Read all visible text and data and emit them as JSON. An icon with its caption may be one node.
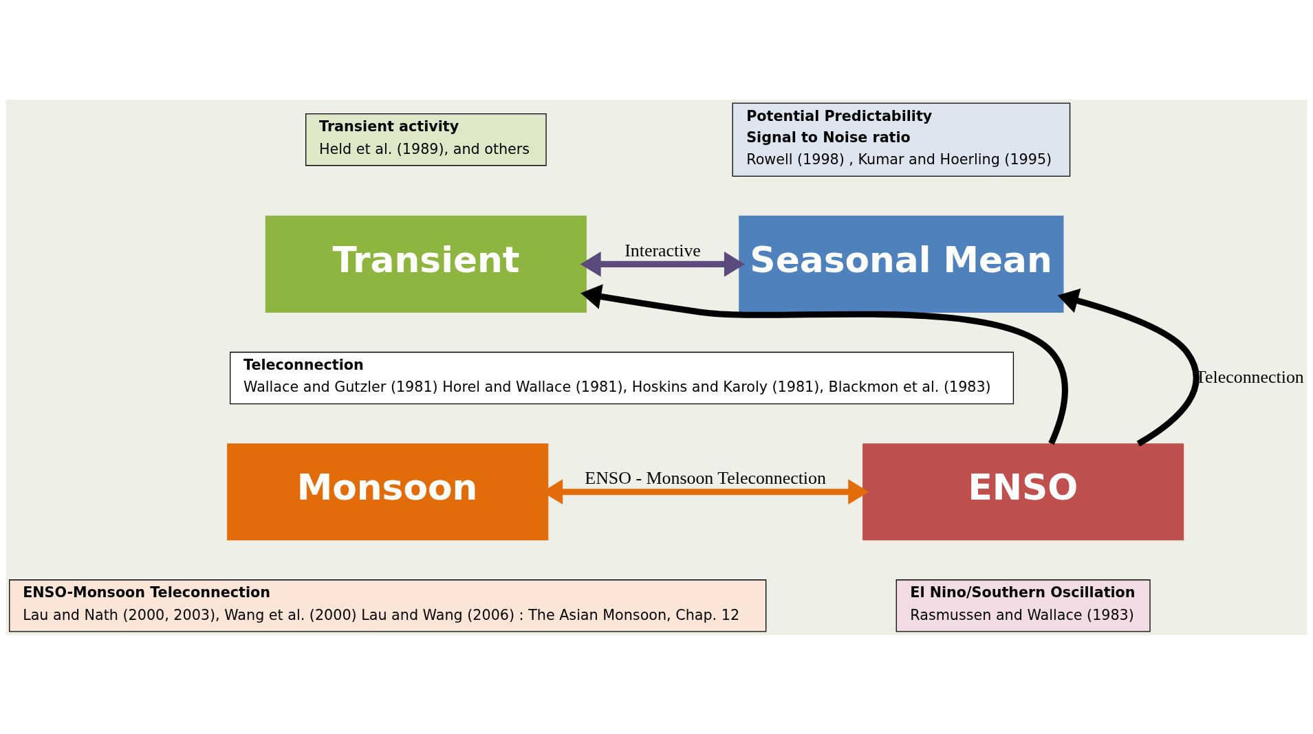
{
  "diagram": {
    "nodes": [
      {
        "text": [
          "Transient activity",
          "Held et al. (1989), and others"
        ]
      },
      {
        "text": [
          "Potential Predictability",
          "Signal to Noise ratio",
          "Rowell (1998) , Kumar and Hoerling (1995)"
        ]
      },
      {
        "text": [
          "Transient"
        ]
      },
      {
        "text": [
          "Seasonal Mean"
        ]
      },
      {
        "text": [
          "Teleconnection",
          "Wallace and Gutzler (1981) Horel and Wallace (1981), Hoskins and Karoly (1981), Blackmon et al. (1983)"
        ]
      },
      {
        "text": [
          "Monsoon"
        ]
      },
      {
        "text": [
          "ENSO"
        ]
      },
      {
        "text": [
          "ENSO-Monsoon Teleconnection",
          "Lau and Nath (2000, 2003), Wang et al. (2000) Lau and Wang (2006) : The Asian Monsoon, Chap. 12"
        ]
      },
      {
        "text": [
          "El Nino/Southern Oscillation",
          "Rasmussen and Wallace (1983)"
        ]
      }
    ],
    "edges": [
      {
        "from": 2,
        "to": 3,
        "arrow": "both",
        "label": "Interactive",
        "color": "#5b4a7c"
      },
      {
        "from": 6,
        "to": 2,
        "arrow": "to",
        "color": "#000000"
      },
      {
        "from": 6,
        "to": 3,
        "arrow": "to",
        "label": "Teleconnection",
        "color": "#000000"
      },
      {
        "from": 5,
        "to": 6,
        "arrow": "both",
        "label": "ENSO - Monsoon Teleconnection",
        "color": "#e36c0a"
      }
    ]
  }
}
